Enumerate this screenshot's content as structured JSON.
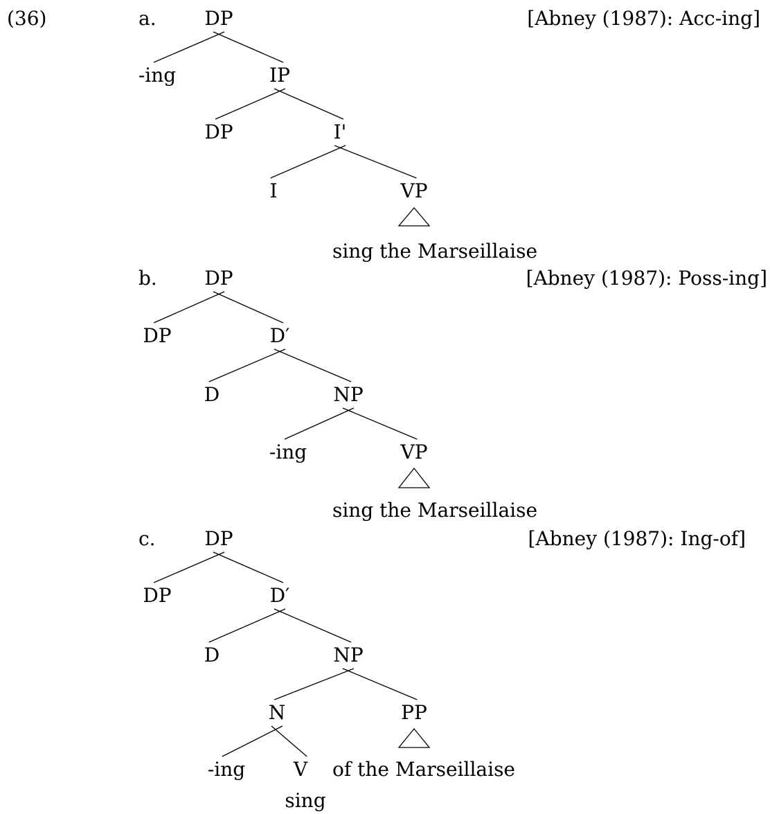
{
  "example_number": "(36)",
  "colors": {
    "ink": "#000000",
    "background": "#ffffff"
  },
  "trees": [
    {
      "id": "a",
      "label": "a.",
      "citation": "[Abney (1987): Acc-ing]",
      "nodes": [
        {
          "id": "DP",
          "text": "DP"
        },
        {
          "id": "ing",
          "text": "-ing"
        },
        {
          "id": "IP",
          "text": "IP"
        },
        {
          "id": "DP2",
          "text": "DP"
        },
        {
          "id": "Ibar",
          "text": "I'"
        },
        {
          "id": "I",
          "text": "I"
        },
        {
          "id": "VP",
          "text": "VP"
        },
        {
          "id": "yield",
          "text": "sing the Marseillaise"
        }
      ],
      "edges": [
        [
          "DP",
          "ing"
        ],
        [
          "DP",
          "IP"
        ],
        [
          "IP",
          "DP2"
        ],
        [
          "IP",
          "Ibar"
        ],
        [
          "Ibar",
          "I"
        ],
        [
          "Ibar",
          "VP"
        ]
      ],
      "triangles": [
        [
          "VP",
          "yield"
        ]
      ]
    },
    {
      "id": "b",
      "label": "b.",
      "citation": "[Abney (1987): Poss-ing]",
      "nodes": [
        {
          "id": "DP",
          "text": "DP"
        },
        {
          "id": "DP2",
          "text": "DP"
        },
        {
          "id": "Dbar",
          "text": "D′"
        },
        {
          "id": "D",
          "text": "D"
        },
        {
          "id": "NP",
          "text": "NP"
        },
        {
          "id": "ing",
          "text": "-ing"
        },
        {
          "id": "VP",
          "text": "VP"
        },
        {
          "id": "yield",
          "text": "sing the Marseillaise"
        }
      ],
      "edges": [
        [
          "DP",
          "DP2"
        ],
        [
          "DP",
          "Dbar"
        ],
        [
          "Dbar",
          "D"
        ],
        [
          "Dbar",
          "NP"
        ],
        [
          "NP",
          "ing"
        ],
        [
          "NP",
          "VP"
        ]
      ],
      "triangles": [
        [
          "VP",
          "yield"
        ]
      ]
    },
    {
      "id": "c",
      "label": "c.",
      "citation": "[Abney (1987): Ing-of]",
      "nodes": [
        {
          "id": "DP",
          "text": "DP"
        },
        {
          "id": "DP2",
          "text": "DP"
        },
        {
          "id": "Dbar",
          "text": "D′"
        },
        {
          "id": "D",
          "text": "D"
        },
        {
          "id": "NP",
          "text": "NP"
        },
        {
          "id": "N",
          "text": "N"
        },
        {
          "id": "PP",
          "text": "PP"
        },
        {
          "id": "ing",
          "text": "-ing"
        },
        {
          "id": "V",
          "text": "V"
        },
        {
          "id": "yield",
          "text": "of the Marseillaise"
        },
        {
          "id": "sing",
          "text": "sing"
        }
      ],
      "edges": [
        [
          "DP",
          "DP2"
        ],
        [
          "DP",
          "Dbar"
        ],
        [
          "Dbar",
          "D"
        ],
        [
          "Dbar",
          "NP"
        ],
        [
          "NP",
          "N"
        ],
        [
          "NP",
          "PP"
        ],
        [
          "N",
          "ing"
        ],
        [
          "N",
          "V"
        ]
      ],
      "triangles": [
        [
          "PP",
          "yield"
        ]
      ],
      "stacked": [
        [
          "V",
          "sing"
        ]
      ]
    }
  ]
}
